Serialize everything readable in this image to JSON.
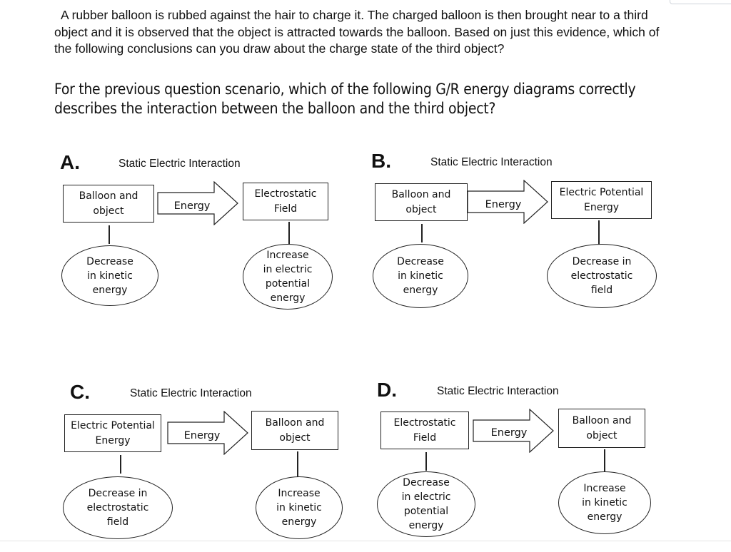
{
  "question1": {
    "text": "A rubber balloon is rubbed against the hair to charge it.  The charged balloon is then brought near to a third object and it is observed that the object is attracted towards the balloon.  Based on just this evidence, which of the following conclusions can you draw about the charge state of the third object?"
  },
  "question2": {
    "text": "For the previous question scenario, which of the following G/R energy diagrams correctly describes the interaction between the balloon and the third object?"
  },
  "options": [
    {
      "letter": "A.",
      "title": "Static Electric Interaction",
      "left_box": [
        "Balloon and",
        "object"
      ],
      "arrow_label": "Energy",
      "right_box": [
        "Electrostatic",
        "Field"
      ],
      "left_ellipse": [
        "Decrease",
        "in kinetic",
        "energy"
      ],
      "right_ellipse": [
        "Increase",
        "in electric",
        "potential",
        "energy"
      ]
    },
    {
      "letter": "B.",
      "title": "Static Electric Interaction",
      "left_box": [
        "Balloon and",
        "object"
      ],
      "arrow_label": "Energy",
      "right_box": [
        "Electric Potential",
        "Energy"
      ],
      "left_ellipse": [
        "Decrease",
        "in kinetic",
        "energy"
      ],
      "right_ellipse": [
        "Decrease in",
        "electrostatic",
        "field"
      ]
    },
    {
      "letter": "C.",
      "title": "Static Electric Interaction",
      "left_box": [
        "Electric Potential",
        "Energy"
      ],
      "arrow_label": "Energy",
      "right_box": [
        "Balloon and",
        "object"
      ],
      "left_ellipse": [
        "Decrease in",
        "electrostatic",
        "field"
      ],
      "right_ellipse": [
        "Increase",
        "in kinetic",
        "energy"
      ]
    },
    {
      "letter": "D.",
      "title": "Static Electric Interaction",
      "left_box": [
        "Electrostatic",
        "Field"
      ],
      "arrow_label": "Energy",
      "right_box": [
        "Balloon and",
        "object"
      ],
      "left_ellipse": [
        "Decrease",
        "in electric",
        "potential",
        "energy"
      ],
      "right_ellipse": [
        "Increase",
        "in kinetic",
        "energy"
      ]
    }
  ]
}
